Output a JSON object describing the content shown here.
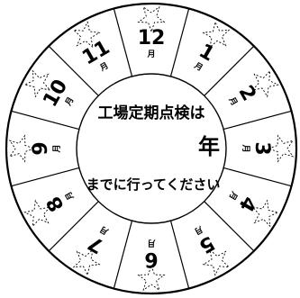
{
  "inspection_text": "工場定期点検は",
  "year_label": "年",
  "deadline_text": "までに行ってください",
  "month_unit": "月",
  "months": [
    "12",
    "1",
    "2",
    "3",
    "4",
    "5",
    "6",
    "7",
    "8",
    "9",
    "10",
    "11"
  ],
  "colors": {
    "ink": "#000000",
    "paper": "#ffffff"
  }
}
